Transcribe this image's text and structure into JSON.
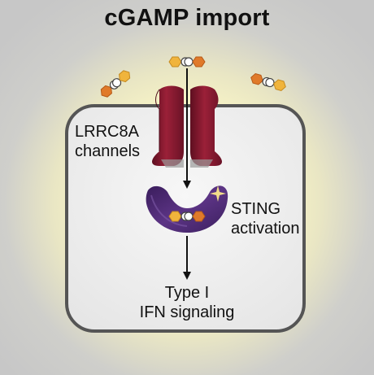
{
  "title": "cGAMP import",
  "labels": {
    "channels_line1": "LRRC8A",
    "channels_line2": "channels",
    "sting_line1": "STING",
    "sting_line2": "activation",
    "output_line1": "Type I",
    "output_line2": "IFN signaling"
  },
  "colors": {
    "cell_border": "#555555",
    "cell_fill": "#efefef",
    "channel": "#8b1a30",
    "sting": "#4b2a6e",
    "cgamp_orange": "#e07a2a",
    "cgamp_yellow": "#f0b43c",
    "sparkle": "#f2dc8a"
  }
}
